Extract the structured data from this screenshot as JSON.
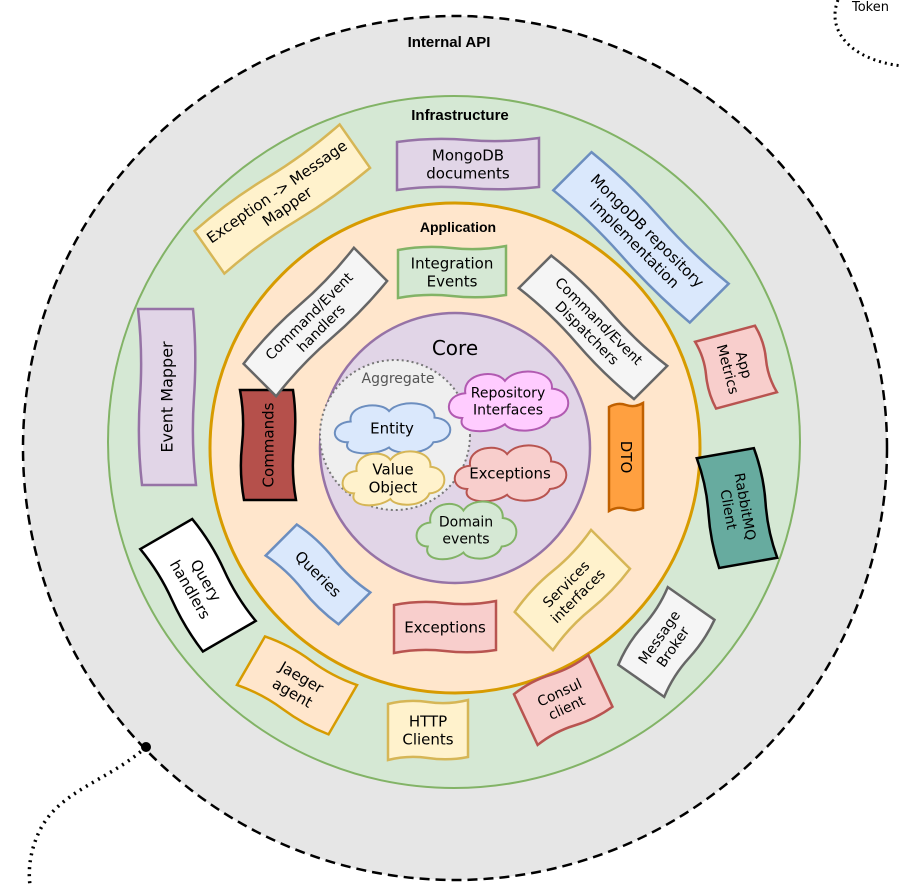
{
  "rings": {
    "internal_api": {
      "label": "Internal API",
      "fill": "#e6e6e6",
      "stroke": "#000000"
    },
    "infrastructure": {
      "label": "Infrastructure",
      "fill": "#d5e8d4",
      "stroke": "#82b366"
    },
    "application": {
      "label": "Application",
      "fill": "#ffe6cc",
      "stroke": "#d79b00"
    },
    "core": {
      "label": "Core",
      "fill": "#e1d5e7",
      "stroke": "#9673a6"
    }
  },
  "external": {
    "token_label": "Token"
  },
  "core": {
    "aggregate_label": "Aggregate",
    "clouds": {
      "entity": {
        "label": "Entity",
        "fill": "#dae8fc",
        "stroke": "#6c8ebf"
      },
      "value_object": {
        "lines": [
          "Value",
          "Object"
        ],
        "fill": "#fff2cc",
        "stroke": "#d6b656"
      },
      "repository_interfaces": {
        "lines": [
          "Repository",
          "Interfaces"
        ],
        "fill": "#ffccff",
        "stroke": "#b15ab1"
      },
      "exceptions": {
        "label": "Exceptions",
        "fill": "#f8cecc",
        "stroke": "#b85450"
      },
      "domain_events": {
        "lines": [
          "Domain",
          "events"
        ],
        "fill": "#d5e8d4",
        "stroke": "#82b366"
      }
    }
  },
  "application": {
    "integration_events": {
      "lines": [
        "Integration",
        "Events"
      ],
      "fill": "#d5e8d4",
      "stroke": "#82b366"
    },
    "command_event_dispatchers": {
      "lines": [
        "Command/Event",
        "Dispatchers"
      ],
      "fill": "#f5f5f5",
      "stroke": "#666666"
    },
    "dto": {
      "label": "DTO",
      "fill": "#ffa040",
      "stroke": "#c06000"
    },
    "services_interfaces": {
      "lines": [
        "Services",
        "interfaces"
      ],
      "fill": "#fff2cc",
      "stroke": "#d6b656"
    },
    "exceptions": {
      "label": "Exceptions",
      "fill": "#f8cecc",
      "stroke": "#b85450"
    },
    "queries": {
      "label": "Queries",
      "fill": "#dae8fc",
      "stroke": "#6c8ebf"
    },
    "commands": {
      "label": "Commands",
      "fill": "#b5504b",
      "stroke": "#000000"
    },
    "command_event_handlers": {
      "lines": [
        "Command/Event",
        "handlers"
      ],
      "fill": "#f5f5f5",
      "stroke": "#666666"
    }
  },
  "infrastructure": {
    "mongodb_documents": {
      "lines": [
        "MongoDB",
        "documents"
      ],
      "fill": "#e1d5e7",
      "stroke": "#9673a6"
    },
    "mongodb_repository": {
      "lines": [
        "MongoDB repository",
        "implementation"
      ],
      "fill": "#dae8fc",
      "stroke": "#6c8ebf"
    },
    "app_metrics": {
      "lines": [
        "App",
        "Metrics"
      ],
      "fill": "#f8cecc",
      "stroke": "#b85450"
    },
    "rabbitmq_client": {
      "lines": [
        "RabbitMQ",
        "Client"
      ],
      "fill": "#67ab9f",
      "stroke": "#000000"
    },
    "message_broker": {
      "lines": [
        "Message",
        "Broker"
      ],
      "fill": "#f5f5f5",
      "stroke": "#666666"
    },
    "consul_client": {
      "lines": [
        "Consul",
        "client"
      ],
      "fill": "#f8cecc",
      "stroke": "#b85450"
    },
    "http_clients": {
      "lines": [
        "HTTP",
        "Clients"
      ],
      "fill": "#fff2cc",
      "stroke": "#d6b656"
    },
    "jaeger_agent": {
      "lines": [
        "Jaeger",
        "agent"
      ],
      "fill": "#ffe6cc",
      "stroke": "#d79b00"
    },
    "query_handlers": {
      "lines": [
        "Query",
        "handlers"
      ],
      "fill": "#ffffff",
      "stroke": "#000000"
    },
    "event_mapper": {
      "label": "Event Mapper",
      "fill": "#e1d5e7",
      "stroke": "#9673a6"
    },
    "exception_mapper": {
      "lines": [
        "Exception -> Message",
        "Mapper"
      ],
      "fill": "#fff2cc",
      "stroke": "#d6b656"
    }
  }
}
